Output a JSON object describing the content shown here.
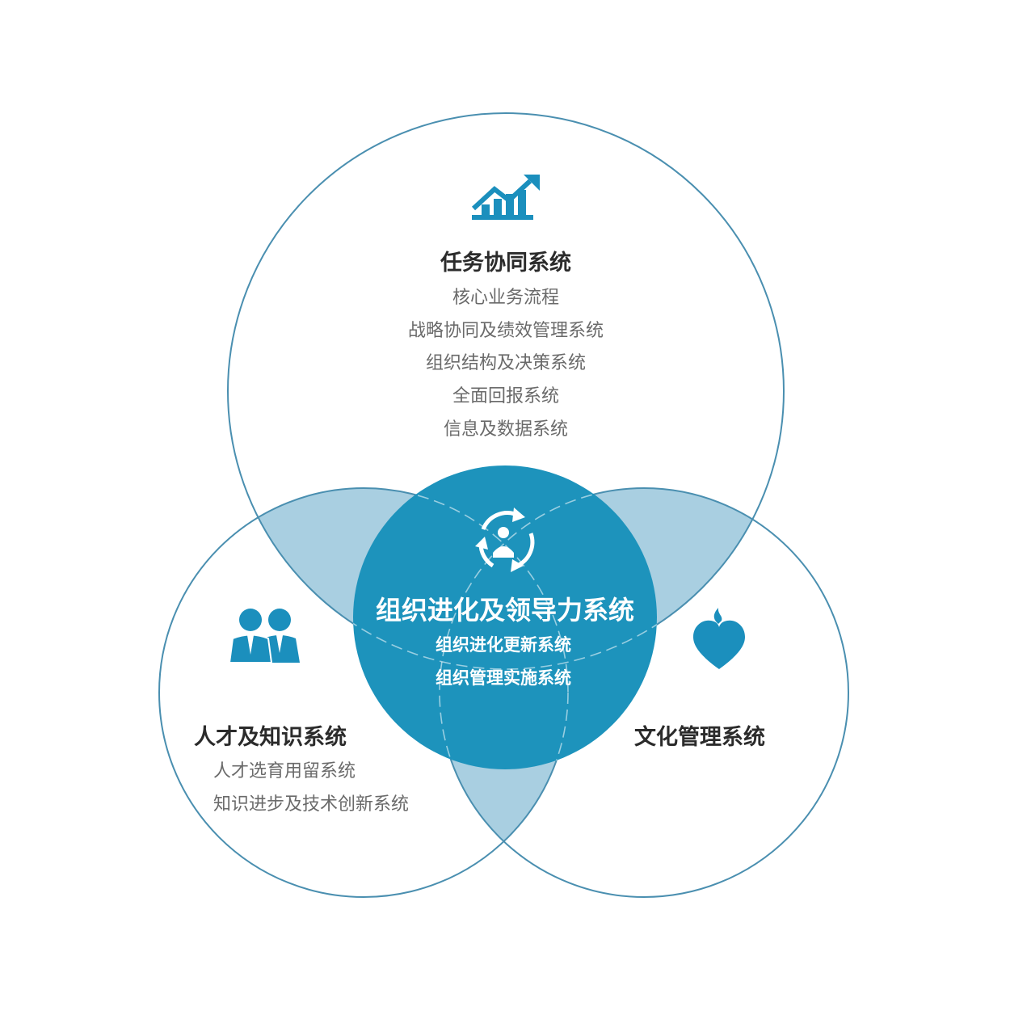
{
  "colors": {
    "circle_stroke": "#4a8fb0",
    "lens_fill": "#a9cfe1",
    "center_fill": "#1d93bc",
    "icon_blue": "#1b8fbd",
    "text_dark": "#2b2b2b",
    "text_gray": "#6a6a6a",
    "text_white": "#ffffff"
  },
  "top_circle": {
    "icon": "growth-chart-icon",
    "title": "任务协同系统",
    "items": [
      "核心业务流程",
      "战略协同及绩效管理系统",
      "组织结构及决策系统",
      "全面回报系统",
      "信息及数据系统"
    ]
  },
  "left_circle": {
    "icon": "people-icon",
    "title": "人才及知识系统",
    "items": [
      "人才选育用留系统",
      "知识进步及技术创新系统"
    ]
  },
  "right_circle": {
    "icon": "heart-flame-icon",
    "title": "文化管理系统"
  },
  "center_circle": {
    "icon": "cycle-person-icon",
    "title": "组织进化及领导力系统",
    "items": [
      "组织进化更新系统",
      "组织管理实施系统"
    ]
  }
}
